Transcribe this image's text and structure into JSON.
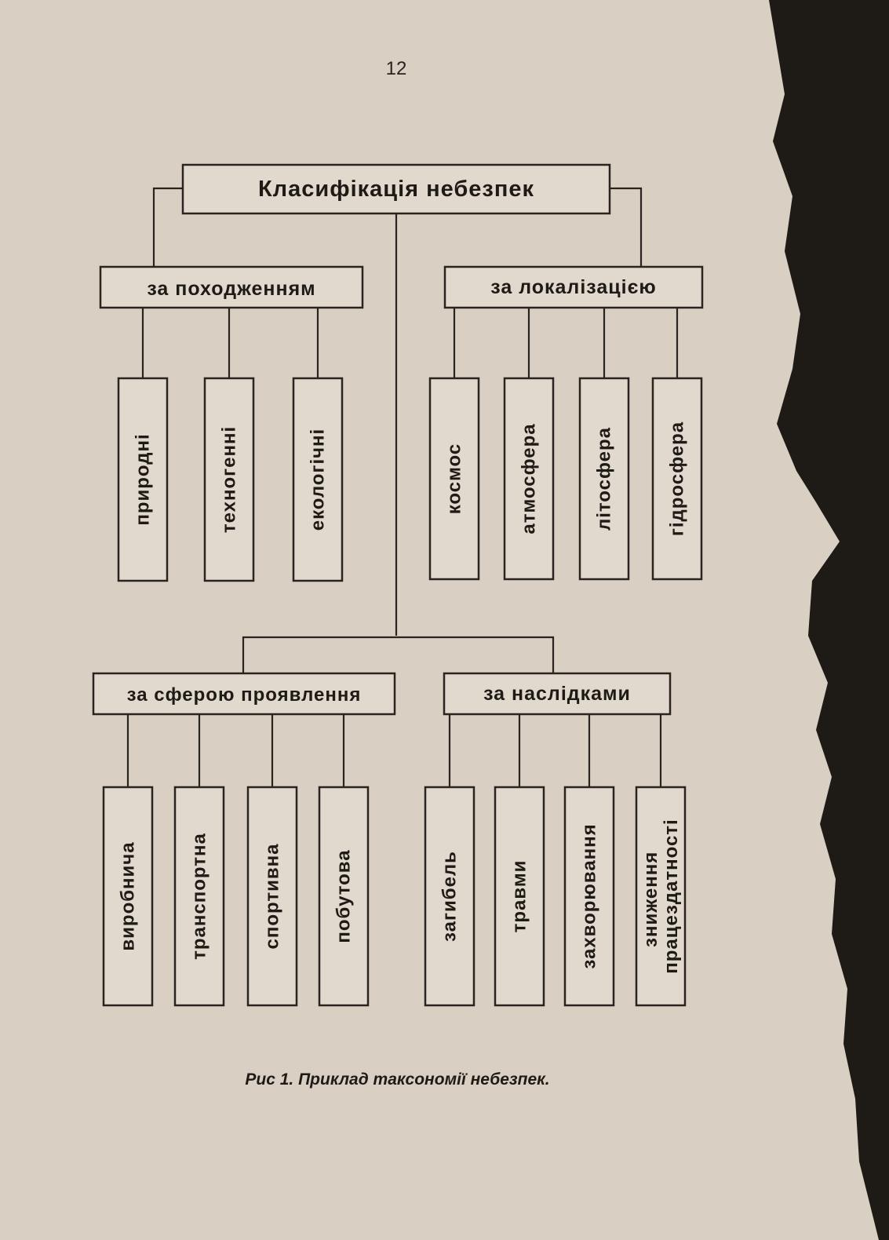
{
  "page_number": "12",
  "root": "Класифікація небезпек",
  "groups": [
    {
      "label": "за походженням",
      "children": [
        "природні",
        "техногенні",
        "екологічні"
      ]
    },
    {
      "label": "за локалізацією",
      "children": [
        "космос",
        "атмосфера",
        "літосфера",
        "гідросфера"
      ]
    },
    {
      "label": "за сферою проявлення",
      "children": [
        "виробнича",
        "транспортна",
        "спортивна",
        "побутова"
      ]
    },
    {
      "label": "за наслідками",
      "children": [
        "загибель",
        "травми",
        "захворювання",
        "зниження працездатності"
      ]
    }
  ],
  "caption": "Рис 1. Приклад таксономії небезпек."
}
